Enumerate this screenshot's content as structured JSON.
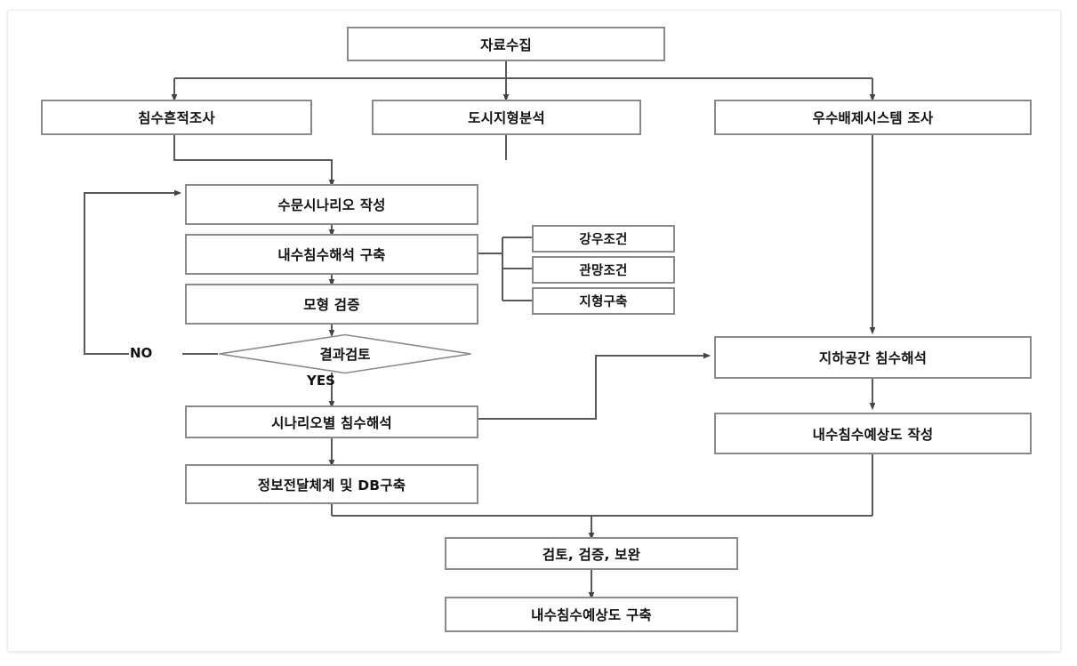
{
  "diagram": {
    "type": "flowchart",
    "title": "",
    "orientation": "top-down",
    "nodes": {
      "data_collection": "자료수집",
      "flood_trace_survey": "침수흔적조사",
      "urban_terrain_analysis": "도시지형분석",
      "stormwater_system_survey": "우수배제시스템 조사",
      "hydrologic_scenario": "수문시나리오 작성",
      "inland_flood_model_build": "내수침수해석 구축",
      "model_verification": "모형 검증",
      "result_review": "결과검토",
      "scenario_flood_analysis": "시나리오별 침수해석",
      "info_system_db": "정보전달체계 및 DB구축",
      "rainfall_condition": "강우조건",
      "network_condition": "관망조건",
      "terrain_build": "지형구축",
      "underground_flood_analysis": "지하공간 침수해석",
      "flood_map_creation": "내수침수예상도 작성",
      "review_verify_supplement": "검토, 검증, 보완",
      "flood_map_build": "내수침수예상도 구축"
    },
    "edge_labels": {
      "no": "NO",
      "yes": "YES"
    },
    "colors": {
      "node_border": "#8a8a8a",
      "node_fill": "#ffffff",
      "connector": "#595959",
      "text": "#111111",
      "frame_border": "#ebebeb",
      "background": "#ffffff"
    }
  }
}
